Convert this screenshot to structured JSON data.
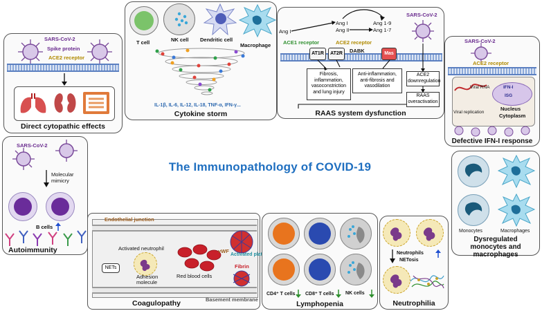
{
  "main_title": "The Immunopathology of COVID-19",
  "panels": {
    "direct": {
      "title": "Direct cytopathic effects",
      "virus_label": "SARS-CoV-2",
      "spike_label": "Spike protein",
      "receptor_label": "ACE2 receptor"
    },
    "cytokine": {
      "title": "Cytokine storm",
      "t_cell": "T cell",
      "nk_cell": "NK cell",
      "dendritic": "Dendritic cell",
      "macrophage": "Macrophage",
      "cytokines": "IL-1β, IL-6, IL-12, IL-18, TNF-α, IFN-γ..."
    },
    "raas": {
      "title": "RAAS system dysfunction",
      "ang1": "Ang I",
      "ang1b": "Ang I",
      "ang2": "Ang II",
      "ang19": "Ang 1-9",
      "ang17": "Ang 1-7",
      "virus": "SARS-CoV-2",
      "ace1": "ACE1 receptor",
      "ace2": "ACE2 receptor",
      "at1r": "AT1R",
      "at2r": "AT2R",
      "dabk": "DABK",
      "mas": "Mas",
      "fibrosis": "Fibrosis, inflammation, vasoconstriction and lung injury",
      "anti": "Anti-inflammation, anti-fibrosis and vasodilation",
      "ace2down": "ACE2 downregulation",
      "raasover": "RAAS overactivation"
    },
    "ifn": {
      "title": "Defective IFN-I response",
      "virus": "SARS-CoV-2",
      "receptor": "ACE2 receptor",
      "viral_rna": "Viral RNA",
      "ifn_i": "IFN-I",
      "isg": "ISG",
      "nucleus": "Nucleus",
      "cytoplasm": "Cytoplasm",
      "replication": "Viral replication"
    },
    "autoimmunity": {
      "title": "Autoimmunity",
      "virus": "SARS-CoV-2",
      "mimicry": "Molecular mimicry",
      "b_cells": "B cells"
    },
    "monocytes": {
      "title": "Dysregulated monocytes and macrophages",
      "monocytes": "Monocytes",
      "macrophages": "Macrophages"
    },
    "coagulopathy": {
      "title": "Coagulopathy",
      "endothelial": "Endothelial junction",
      "activated_neutrophil": "Activated neutrophil",
      "nets": "NETs",
      "adhesion": "Adhesion molecule",
      "rbc": "Red blood cells",
      "vwf": "vWF",
      "platelet": "Activated platelet",
      "fibrin": "Fibrin",
      "basement": "Basement membrane"
    },
    "lymphopenia": {
      "title": "Lymphopenia",
      "cd4": "CD4⁺ T cells",
      "cd8": "CD8⁺ T cells",
      "nk": "NK cells"
    },
    "neutrophilia": {
      "title": "Neutrophilia",
      "neutrophils": "Neutrophils",
      "netosis": "NETosis"
    }
  },
  "colors": {
    "virus": "#7a4a9a",
    "receptor": "#c9a227",
    "accent_green": "#2f8f2f",
    "arrow_up_blue": "#1f4fd0",
    "title_blue": "#1f6fc0"
  }
}
